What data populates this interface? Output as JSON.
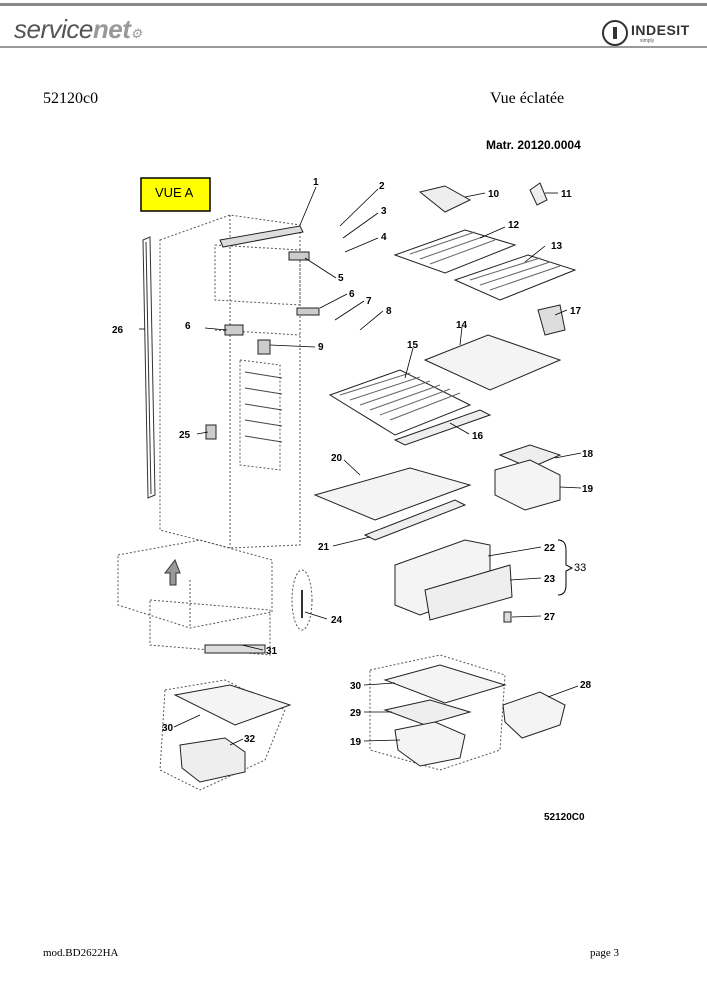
{
  "header": {
    "servicenet_logo": "servicenet",
    "indesit_logo": "INDESIT",
    "indesit_tagline": "simply"
  },
  "document": {
    "code": "52120c0",
    "title": "Vue éclatée",
    "matr": "Matr. 20120.0004",
    "drawing_ref": "52120C0",
    "model": "mod.BD2622HA",
    "page": "page 3"
  },
  "diagram": {
    "vue_a_label": "VUE A",
    "part_numbers": {
      "p1": "1",
      "p2": "2",
      "p3": "3",
      "p4": "4",
      "p5": "5",
      "p6a": "6",
      "p6b": "6",
      "p7": "7",
      "p8": "8",
      "p9": "9",
      "p10": "10",
      "p11": "11",
      "p12": "12",
      "p13": "13",
      "p14": "14",
      "p15": "15",
      "p16": "16",
      "p17": "17",
      "p18": "18",
      "p19a": "19",
      "p19b": "19",
      "p20": "20",
      "p21": "21",
      "p22": "22",
      "p23": "23",
      "p24": "24",
      "p25": "25",
      "p26": "26",
      "p27": "27",
      "p28": "28",
      "p29": "29",
      "p30a": "30",
      "p30b": "30",
      "p31": "31",
      "p32": "32",
      "p33": "33"
    }
  }
}
